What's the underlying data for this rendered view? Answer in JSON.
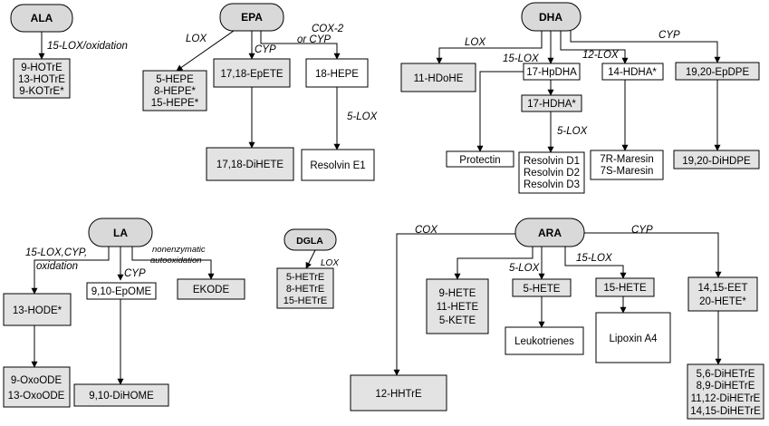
{
  "nodes": {
    "ala": "ALA",
    "ala_products": [
      "9-HOTrE",
      "13-HOTrE",
      "9-KOTrE*"
    ],
    "epa": "EPA",
    "epa_hepe": [
      "5-HEPE",
      "8-HEPE*",
      "15-HEPE*"
    ],
    "epa_epete": "17,18-EpETE",
    "epa_18hepe": "18-HEPE",
    "epa_dihete": "17,18-DiHETE",
    "resolvin_e1": "Resolvin E1",
    "dha": "DHA",
    "dha_11hdohe": "11-HDoHE",
    "dha_17hpdha": "17-HpDHA",
    "dha_17hdha": "17-HDHA*",
    "dha_14hdha": "14-HDHA*",
    "dha_epdpe": "19,20-EpDPE",
    "protectin": "Protectin",
    "resolvins_d": [
      "Resolvin D1",
      "Resolvin D2",
      "Resolvin D3"
    ],
    "maresins": [
      "7R-Maresin",
      "7S-Maresin"
    ],
    "dha_dihdpe": "19,20-DiHDPE",
    "la": "LA",
    "la_hode": "13-HODE*",
    "la_epome": "9,10-EpOME",
    "la_ekode": "EKODE",
    "la_oxoode": [
      "9-OxoODE",
      "13-OxoODE"
    ],
    "la_dihome": "9,10-DiHOME",
    "dgla": "DGLA",
    "dgla_products": [
      "5-HETrE",
      "8-HETrE",
      "15-HETrE"
    ],
    "ara": "ARA",
    "ara_hete": [
      "9-HETE",
      "11-HETE",
      "5-KETE"
    ],
    "ara_5hete": "5-HETE",
    "ara_15hete": "15-HETE",
    "ara_eet": [
      "14,15-EET",
      "20-HETE*"
    ],
    "leukotrienes": "Leukotrienes",
    "lipoxin": "Lipoxin A4",
    "ara_dihetre": [
      "5,6-DiHETrE",
      "8,9-DiHETrE",
      "11,12-DiHETrE",
      "14,15-DiHETrE"
    ],
    "ara_hhtre": "12-HHTrE"
  },
  "edges": {
    "ala_lox": "15-LOX/oxidation",
    "epa_lox": "LOX",
    "epa_cyp": "CYP",
    "epa_cox": [
      "COX-2",
      "or CYP"
    ],
    "epa_5lox": "5-LOX",
    "dha_lox": "LOX",
    "dha_15lox": "15-LOX",
    "dha_12lox": "12-LOX",
    "dha_cyp": "CYP",
    "dha_5lox": "5-LOX",
    "la_15lox": [
      "15-LOX,CYP,",
      "oxidation"
    ],
    "la_cyp": "CYP",
    "la_nonenz": [
      "nonenzymatic",
      "autooxidation"
    ],
    "dgla_lox": "LOX",
    "ara_cox": "COX",
    "ara_5lox": "5-LOX",
    "ara_15lox": "15-LOX",
    "ara_cyp": "CYP"
  },
  "colors": {
    "product_fill": "#e3e3e3",
    "precursor_fill": "#d9d9d9",
    "stroke": "#000000"
  }
}
